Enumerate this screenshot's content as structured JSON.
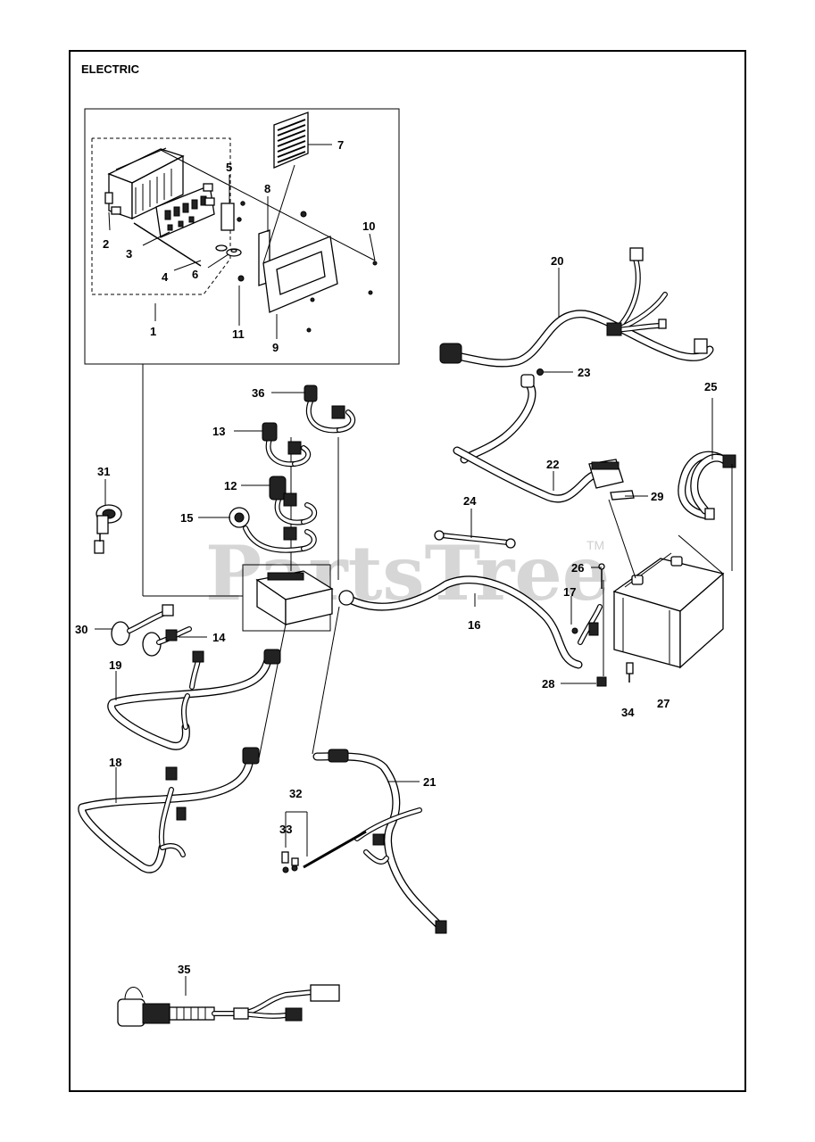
{
  "title": "ELECTRIC",
  "watermark": {
    "text": "PartsTree",
    "trademark": "TM"
  },
  "callouts": [
    "1",
    "2",
    "3",
    "4",
    "5",
    "6",
    "7",
    "8",
    "9",
    "10",
    "11",
    "12",
    "13",
    "14",
    "15",
    "16",
    "17",
    "18",
    "19",
    "20",
    "21",
    "22",
    "23",
    "24",
    "25",
    "26",
    "27",
    "28",
    "29",
    "30",
    "31",
    "32",
    "33",
    "34",
    "35",
    "36"
  ]
}
